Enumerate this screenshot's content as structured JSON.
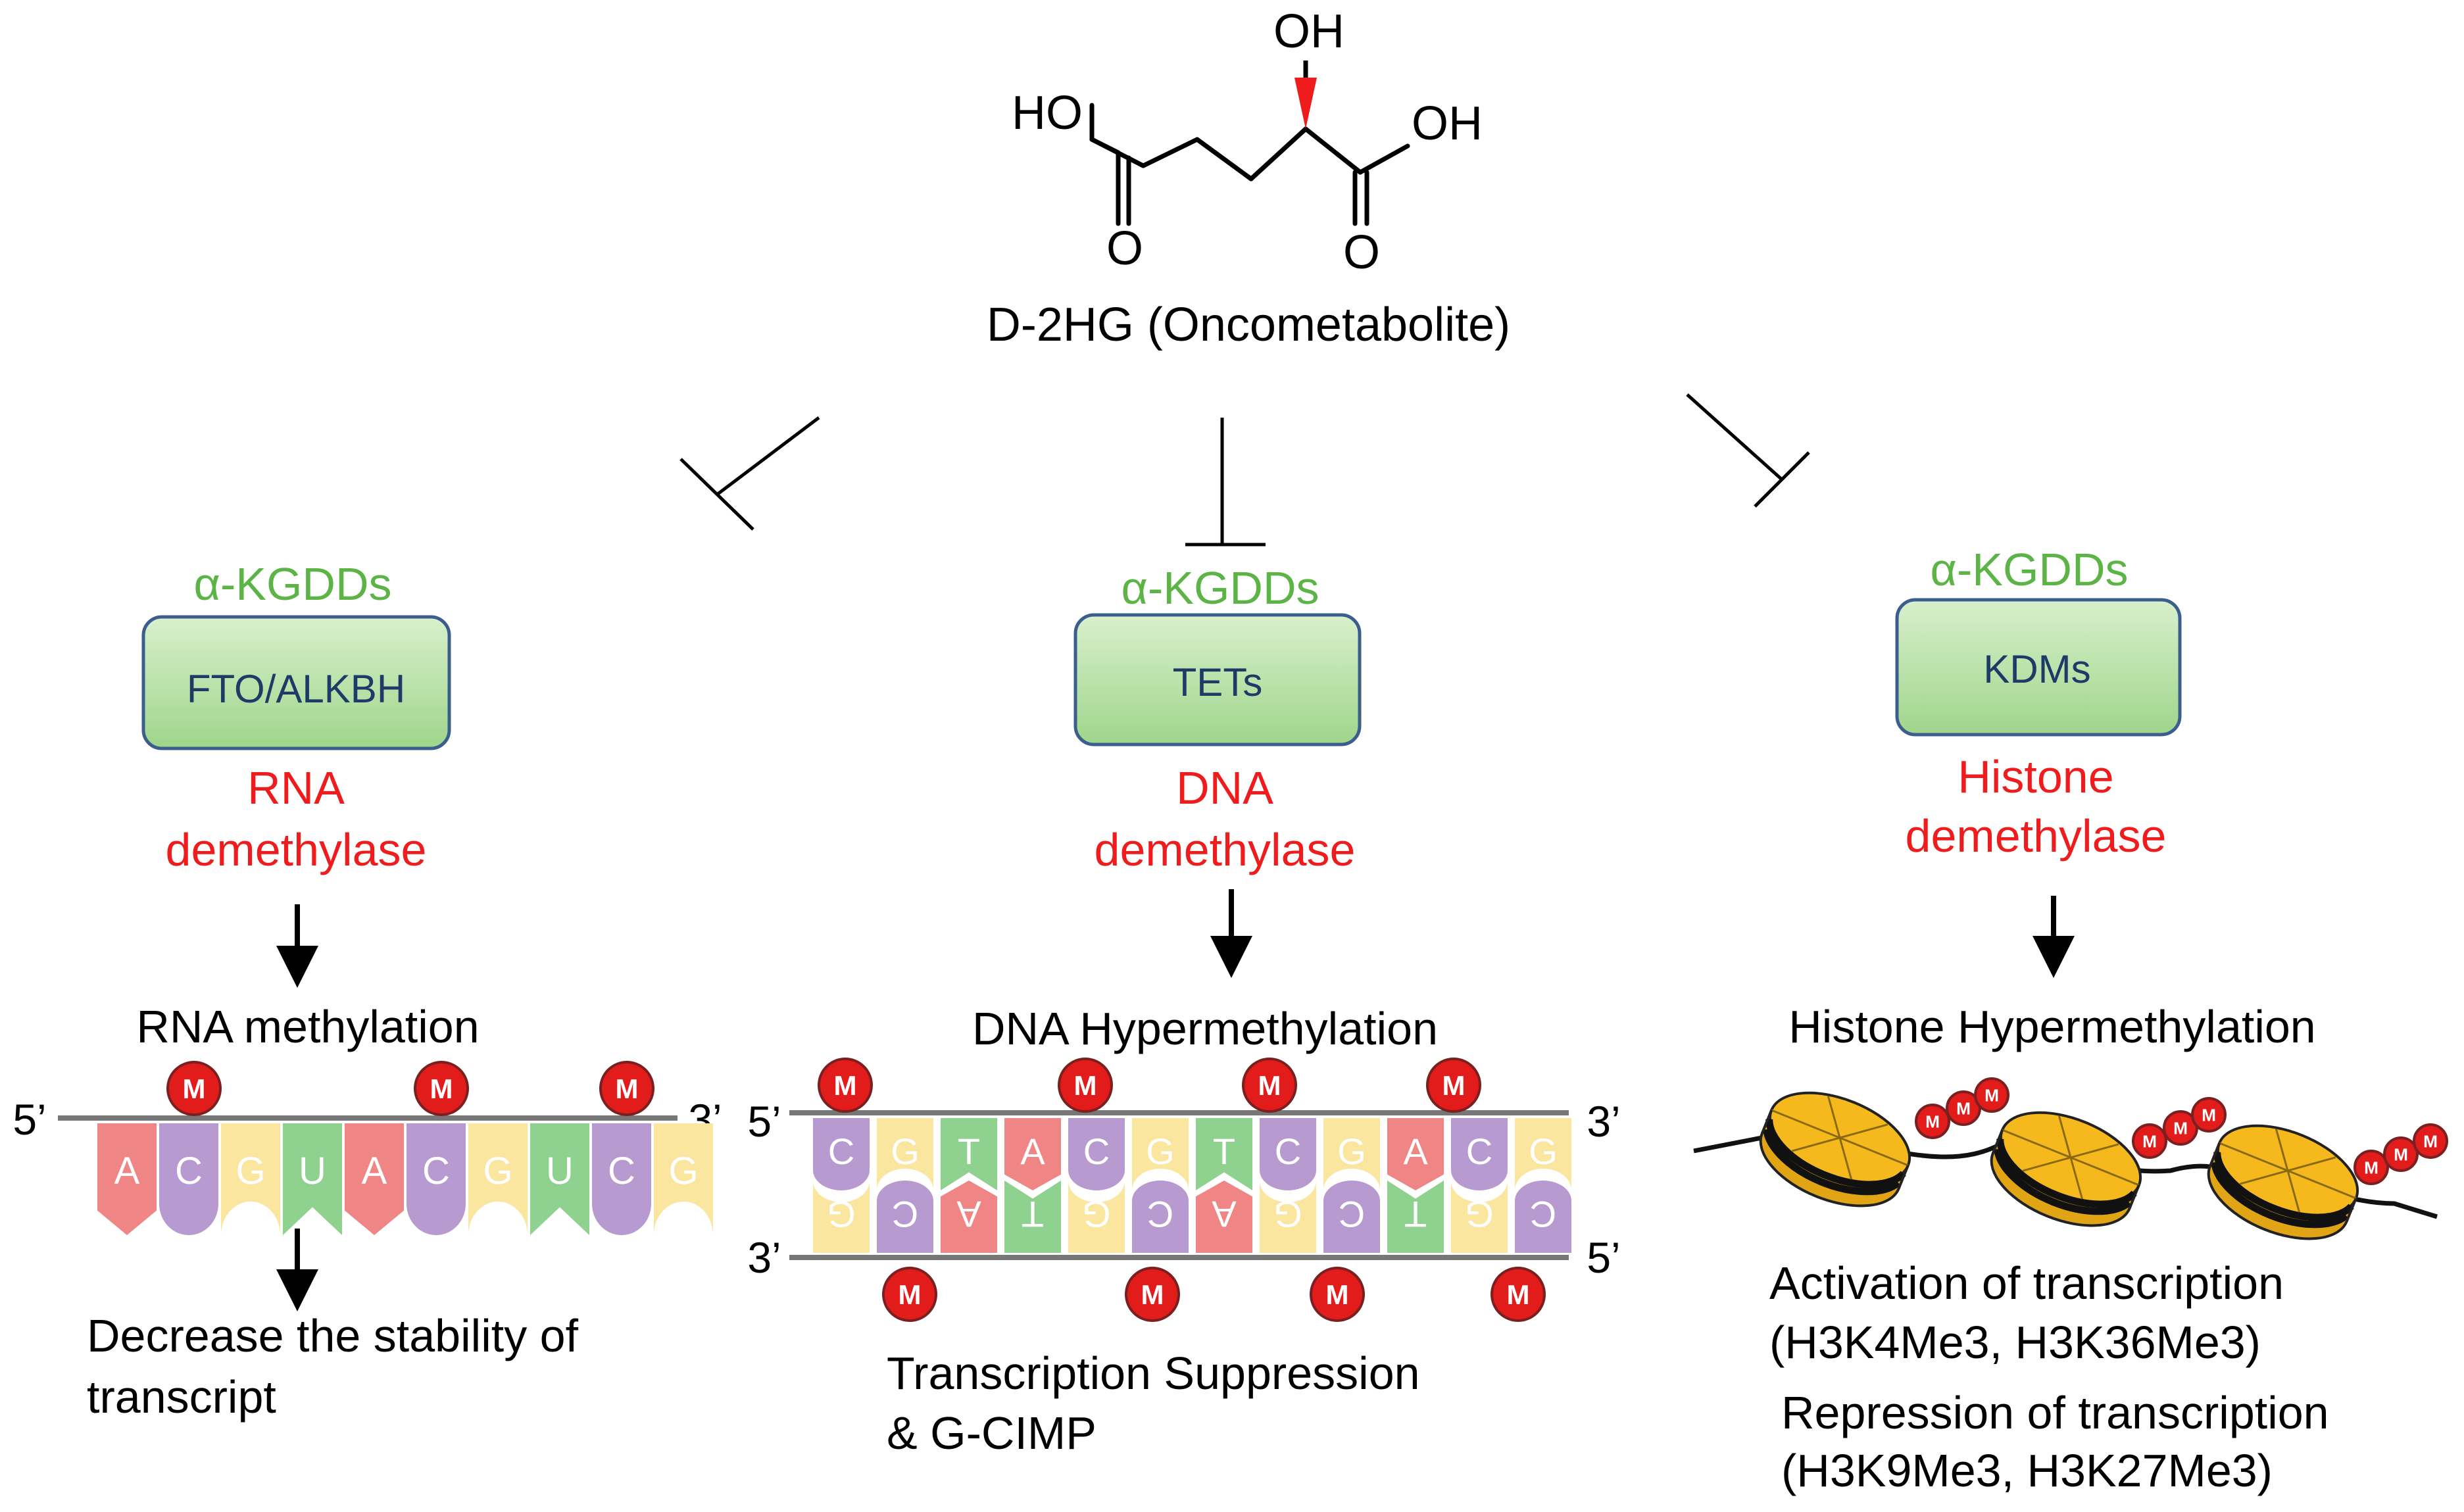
{
  "molecule": {
    "oh_top": "OH",
    "ho_left": "HO",
    "oh_right": "OH",
    "o_left": "O",
    "o_right": "O",
    "caption": "D-2HG (Oncometabolite)"
  },
  "columns": [
    {
      "enzyme_class": "α-KGDDs",
      "enzyme_box": "FTO/ALKBH",
      "role_line1": "RNA",
      "role_line2": "demethylase",
      "process": "RNA methylation",
      "outcome_line1": "Decrease the stability of",
      "outcome_line2": "transcript"
    },
    {
      "enzyme_class": "α-KGDDs",
      "enzyme_box": "TETs",
      "role_line1": "DNA",
      "role_line2": "demethylase",
      "process": "DNA Hypermethylation",
      "outcome_line1": "Transcription Suppression",
      "outcome_line2": "& G-CIMP"
    },
    {
      "enzyme_class": "α-KGDDs",
      "enzyme_box": "KDMs",
      "role_line1": "Histone",
      "role_line2": "demethylase",
      "process": "Histone Hypermethylation",
      "outcome_line1": "Activation of transcription",
      "outcome_line2": "(H3K4Me3, H3K36Me3)",
      "outcome_line3": "Repression of transcription",
      "outcome_line4": "(H3K9Me3, H3K27Me3)"
    }
  ],
  "strand_ends": {
    "rna_left": "5’",
    "rna_right": "3’",
    "dna_top_left": "5’",
    "dna_top_right": "3’",
    "dna_bottom_left": "3’",
    "dna_bottom_right": "5’"
  },
  "methyl_mark": "M",
  "rna_bases": [
    "A",
    "C",
    "G",
    "U",
    "A",
    "C",
    "G",
    "U",
    "C",
    "G"
  ],
  "dna_top_bases": [
    "C",
    "G",
    "T",
    "A",
    "C",
    "G",
    "T",
    "C",
    "G",
    "A",
    "C",
    "G"
  ],
  "dna_bottom_bases": [
    "G",
    "C",
    "A",
    "T",
    "G",
    "C",
    "A",
    "G",
    "C",
    "T",
    "G",
    "C"
  ],
  "colors": {
    "class_green": "#5cb346",
    "role_red": "#ee1c1c",
    "box_fill": "#b9e3a8",
    "box_border": "#3b5e8e",
    "box_text": "#1e3a66",
    "methyl_red": "#e21b1b",
    "nucleosome": "#f5b91e",
    "base_A": "#f08585",
    "base_C": "#b79bd0",
    "base_G": "#fbe6a0",
    "base_U": "#8fd18f",
    "base_T": "#8fd18f"
  }
}
